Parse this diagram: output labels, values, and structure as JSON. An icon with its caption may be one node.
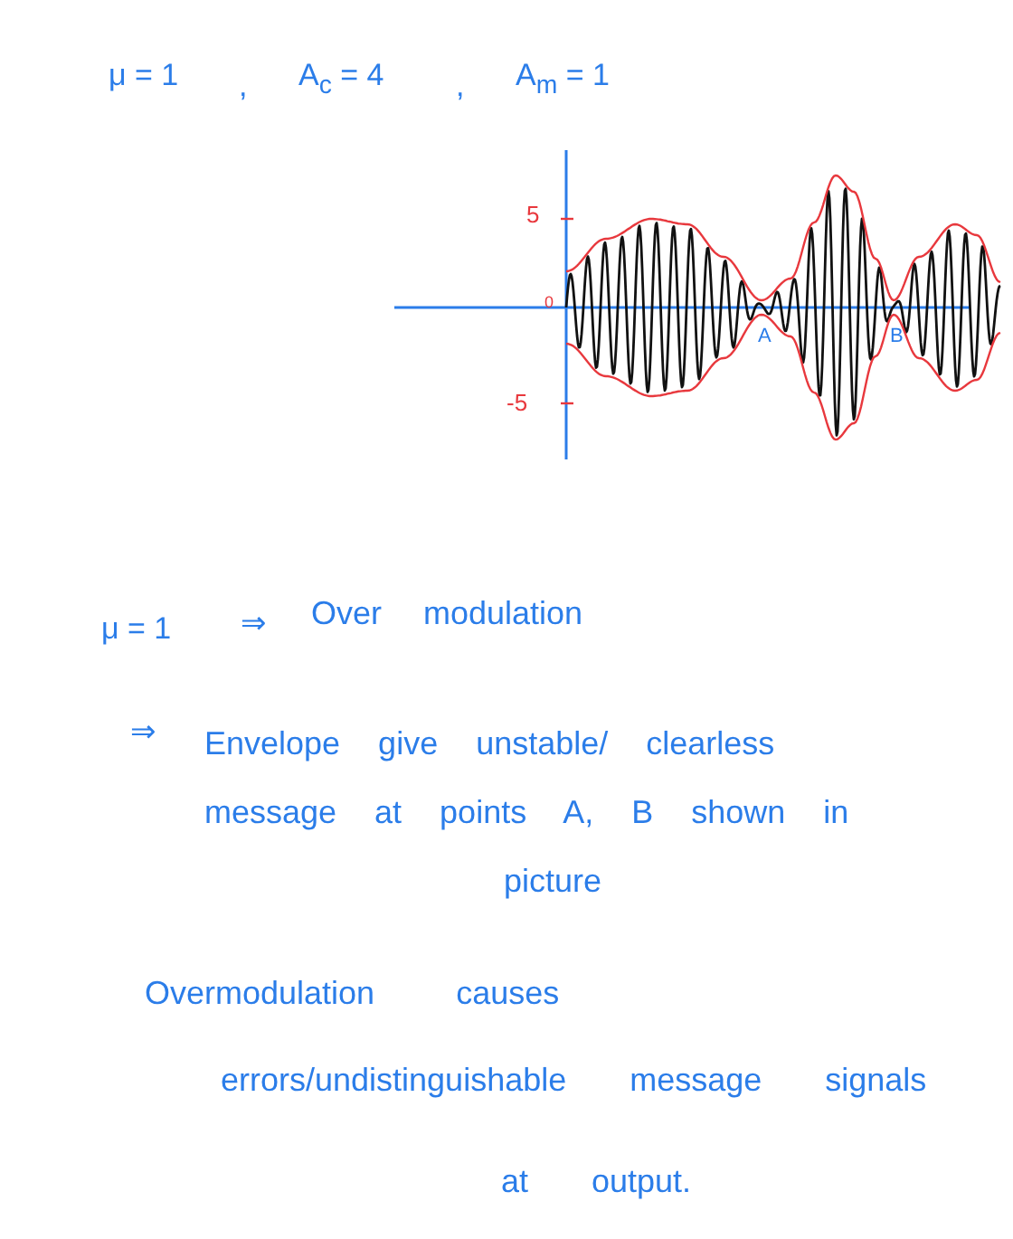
{
  "diagram": {
    "labels": [
      "μ = 1",
      ",",
      "A$_{c}$ = 4",
      ",",
      "A$_{m}$ = 1",
      "5",
      "0",
      "-5",
      "A",
      "B",
      "μ = 1",
      "⇒",
      "Over modulation",
      "⇒",
      "Envelope give unstable/ clearless message at points A, B shown in picture",
      "Overmodulation causes",
      "errors/undistinguishable message signals at output."
    ]
  }
}
